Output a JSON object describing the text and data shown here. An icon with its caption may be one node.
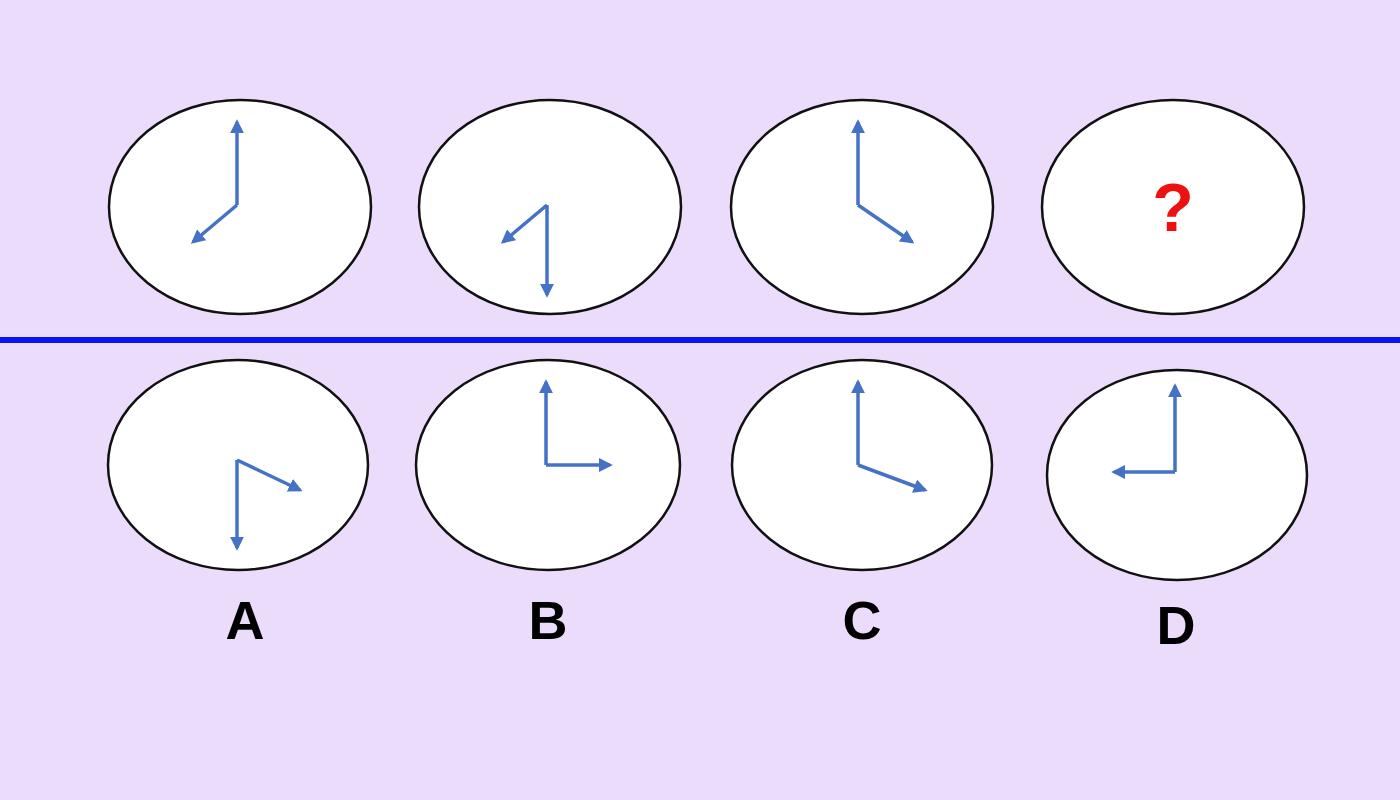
{
  "diagram": {
    "nodes": [
      {
        "text": [],
        "shape": "circle"
      },
      {
        "text": [],
        "shape": "circle"
      },
      {
        "text": [],
        "shape": "circle"
      },
      {
        "text": [
          "?"
        ]
      },
      {
        "text": [],
        "shape": "circle",
        "beside": [
          "A"
        ]
      },
      {
        "text": [],
        "shape": "circle",
        "beside": [
          "B"
        ]
      },
      {
        "text": [],
        "shape": "circle",
        "beside": [
          "C"
        ]
      },
      {
        "text": [],
        "shape": "circle",
        "beside": [
          "D"
        ]
      }
    ],
    "edges": []
  }
}
